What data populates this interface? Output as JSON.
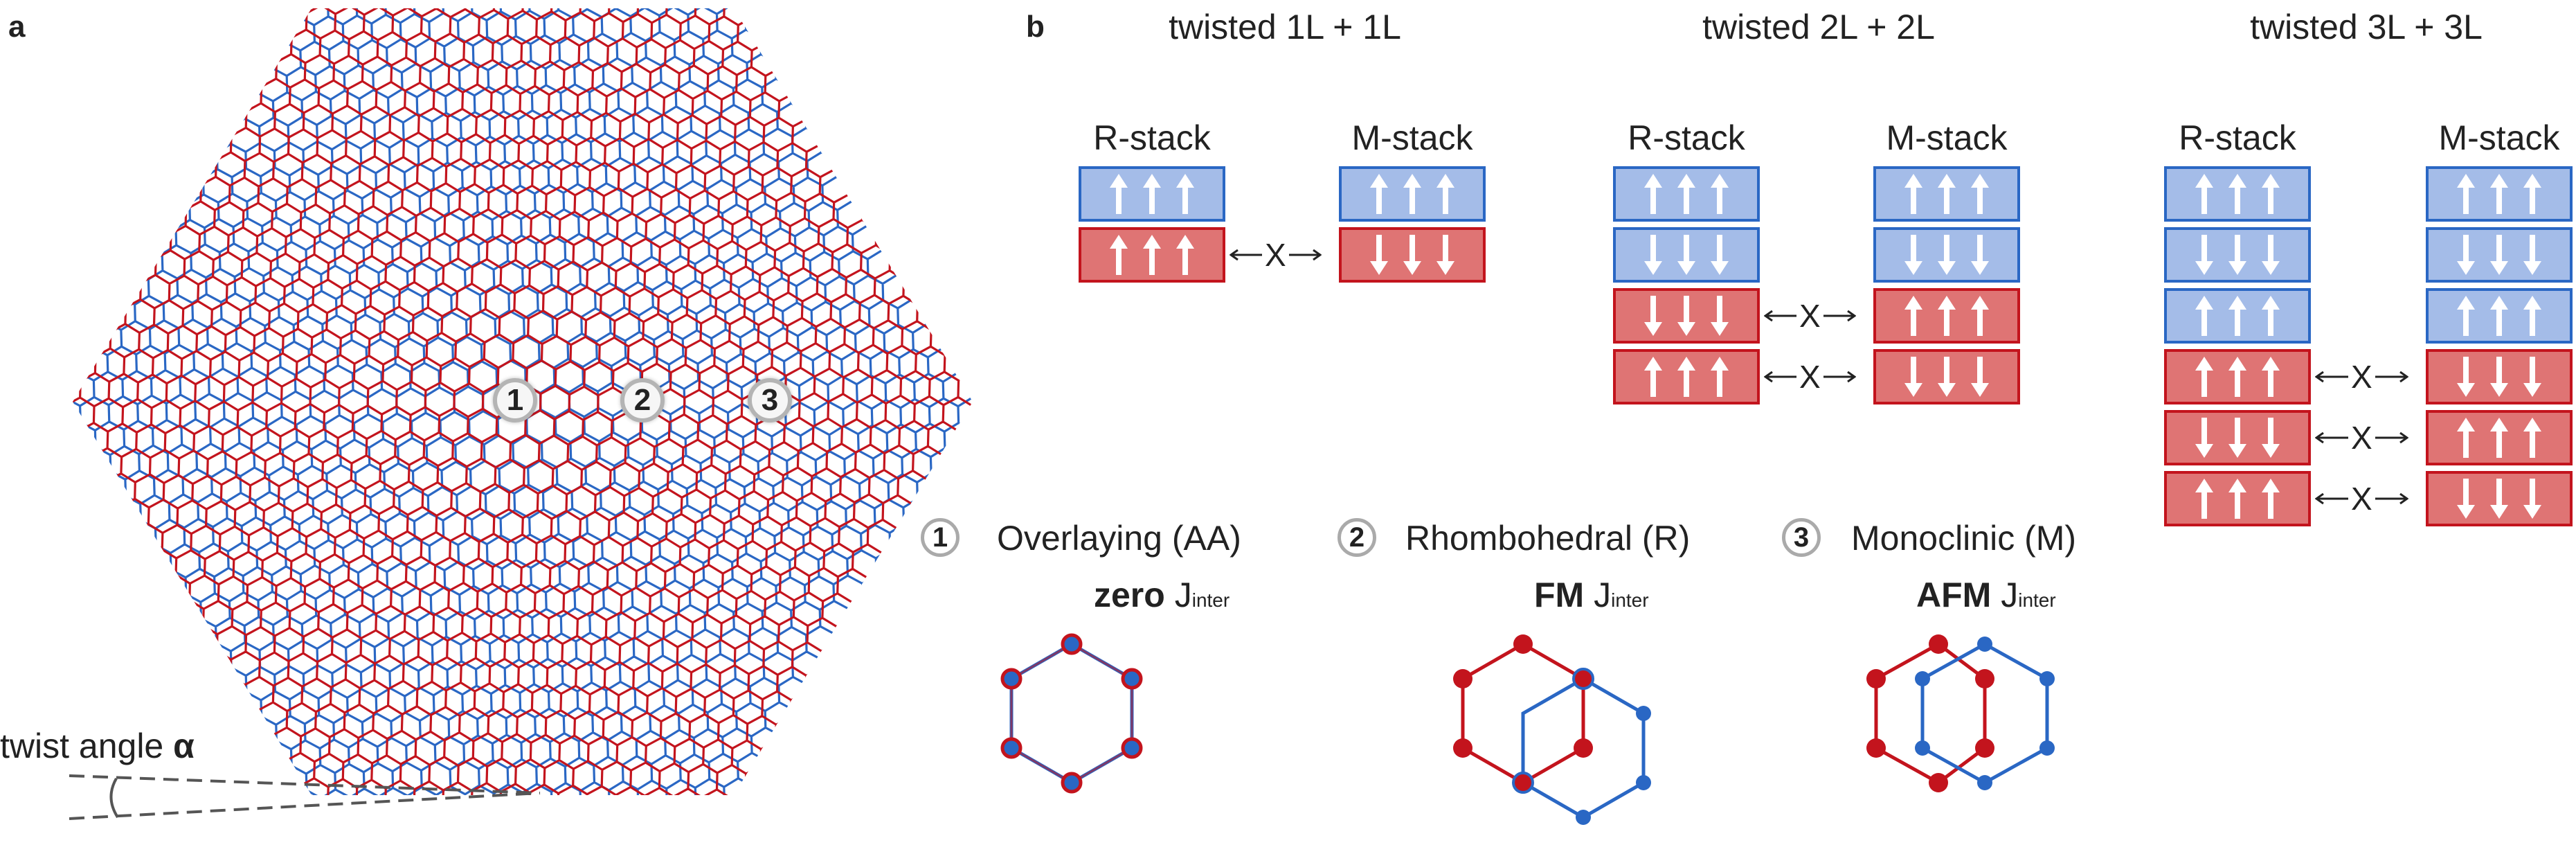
{
  "panel_a": {
    "letter": "a",
    "sites": [
      "1",
      "2",
      "3"
    ],
    "twist_label": "twist angle",
    "twist_symbol": "α",
    "colors": {
      "blue": "#2a67c4",
      "red": "#c3141d"
    }
  },
  "panel_b": {
    "letter": "b",
    "columns": [
      {
        "title": "twisted 1L + 1L",
        "left": "R-stack",
        "right": "M-stack"
      },
      {
        "title": "twisted 2L + 2L",
        "left": "R-stack",
        "right": "M-stack"
      },
      {
        "title": "twisted 3L + 3L",
        "left": "R-stack",
        "right": "M-stack"
      }
    ],
    "x_symbol": "X",
    "stacks": [
      {
        "R_blue": [
          "up"
        ],
        "R_red": [
          "up"
        ],
        "M_blue": [
          "up"
        ],
        "M_red": [
          "down"
        ]
      },
      {
        "R_blue": [
          "up",
          "down"
        ],
        "R_red": [
          "down",
          "up"
        ],
        "M_blue": [
          "up",
          "down"
        ],
        "M_red": [
          "up",
          "down"
        ]
      },
      {
        "R_blue": [
          "up",
          "down",
          "up"
        ],
        "R_red": [
          "up",
          "down",
          "up"
        ],
        "M_blue": [
          "up",
          "down",
          "up"
        ],
        "M_red": [
          "down",
          "up",
          "down"
        ]
      }
    ]
  },
  "legend": [
    {
      "num": "1",
      "title": "Overlaying (AA)",
      "coupling": "zero",
      "j": "J",
      "sub": "inter"
    },
    {
      "num": "2",
      "title": "Rhombohedral (R)",
      "coupling": "FM",
      "j": "J",
      "sub": "inter"
    },
    {
      "num": "3",
      "title": "Monoclinic (M)",
      "coupling": "AFM",
      "j": "J",
      "sub": "inter"
    }
  ]
}
